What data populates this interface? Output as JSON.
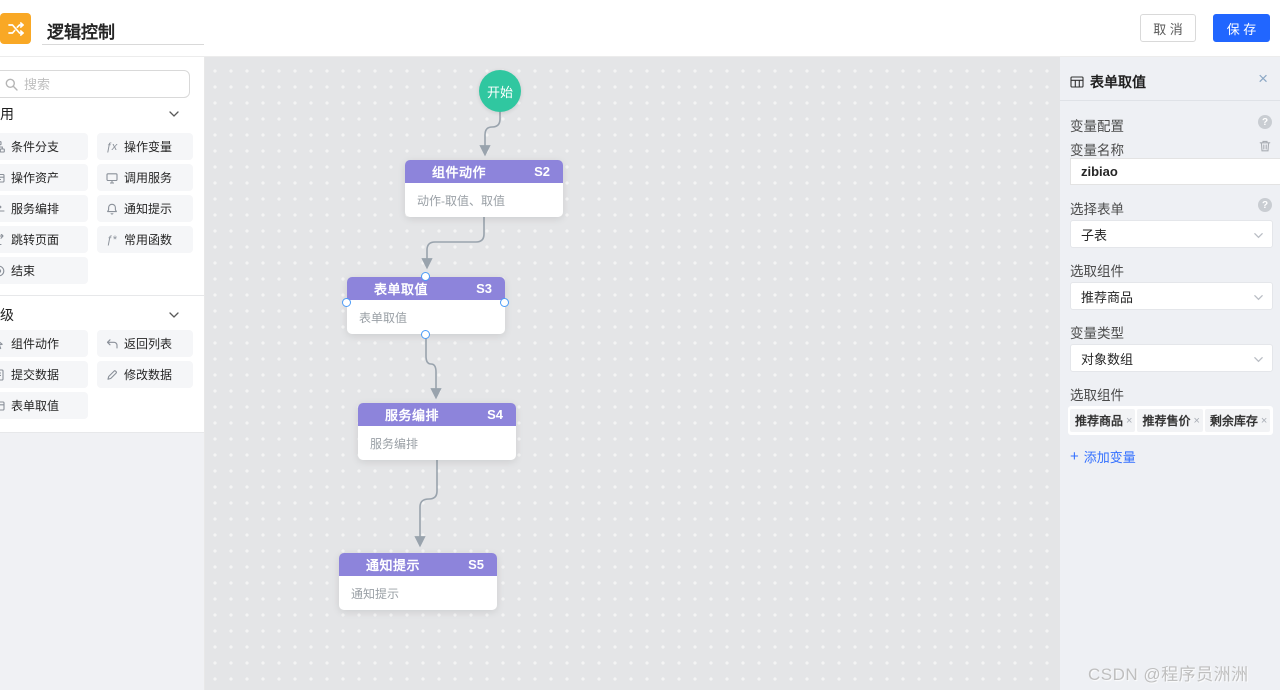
{
  "topbar": {
    "title": "逻辑控制",
    "cancel_label": "取 消",
    "save_label": "保 存"
  },
  "sidebar": {
    "search_placeholder": "搜索",
    "sections": [
      {
        "label": "用",
        "items": [
          {
            "icon": "branch-icon",
            "label": "条件分支"
          },
          {
            "icon": "fx-icon",
            "label": "操作变量"
          },
          {
            "icon": "asset-icon",
            "label": "操作资产"
          },
          {
            "icon": "service-call-icon",
            "label": "调用服务"
          },
          {
            "icon": "orchestrate-icon",
            "label": "服务编排"
          },
          {
            "icon": "bell-icon",
            "label": "通知提示"
          },
          {
            "icon": "jump-icon",
            "label": "跳转页面"
          },
          {
            "icon": "function-icon",
            "label": "常用函数"
          },
          {
            "icon": "end-icon",
            "label": "结束"
          }
        ]
      },
      {
        "label": "级",
        "items": [
          {
            "icon": "component-action-icon",
            "label": "组件动作"
          },
          {
            "icon": "return-icon",
            "label": "返回列表"
          },
          {
            "icon": "submit-icon",
            "label": "提交数据"
          },
          {
            "icon": "edit-icon",
            "label": "修改数据"
          },
          {
            "icon": "form-table-icon",
            "label": "表单取值"
          }
        ]
      }
    ]
  },
  "flow": {
    "start_label": "开始",
    "nodes": [
      {
        "title": "组件动作",
        "badge": "S2",
        "desc": "动作-取值、取值"
      },
      {
        "title": "表单取值",
        "badge": "S3",
        "desc": "表单取值"
      },
      {
        "title": "服务编排",
        "badge": "S4",
        "desc": "服务编排"
      },
      {
        "title": "通知提示",
        "badge": "S5",
        "desc": "通知提示"
      }
    ]
  },
  "panel": {
    "title": "表单取值",
    "close_glyph": "×",
    "section": "变量配置",
    "name_label": "变量名称",
    "name_value": "zibiao",
    "form_label": "选择表单",
    "form_value": "子表",
    "component_label": "选取组件",
    "component_value": "推荐商品",
    "type_label": "变量类型",
    "type_value": "对象数组",
    "pick_label": "选取组件",
    "tags": [
      "推荐商品",
      "推荐售价",
      "剩余库存"
    ],
    "tag_remove_glyph": "×",
    "add_plus": "+",
    "add_label": "添加变量",
    "help_glyph": "?"
  },
  "watermark": "CSDN @程序员洲洲",
  "colors": {
    "accent": "#2166ff",
    "node_header": "#8d84db",
    "start_node": "#30c7a0",
    "link": "#3370ff",
    "logo": "#f9a825"
  }
}
